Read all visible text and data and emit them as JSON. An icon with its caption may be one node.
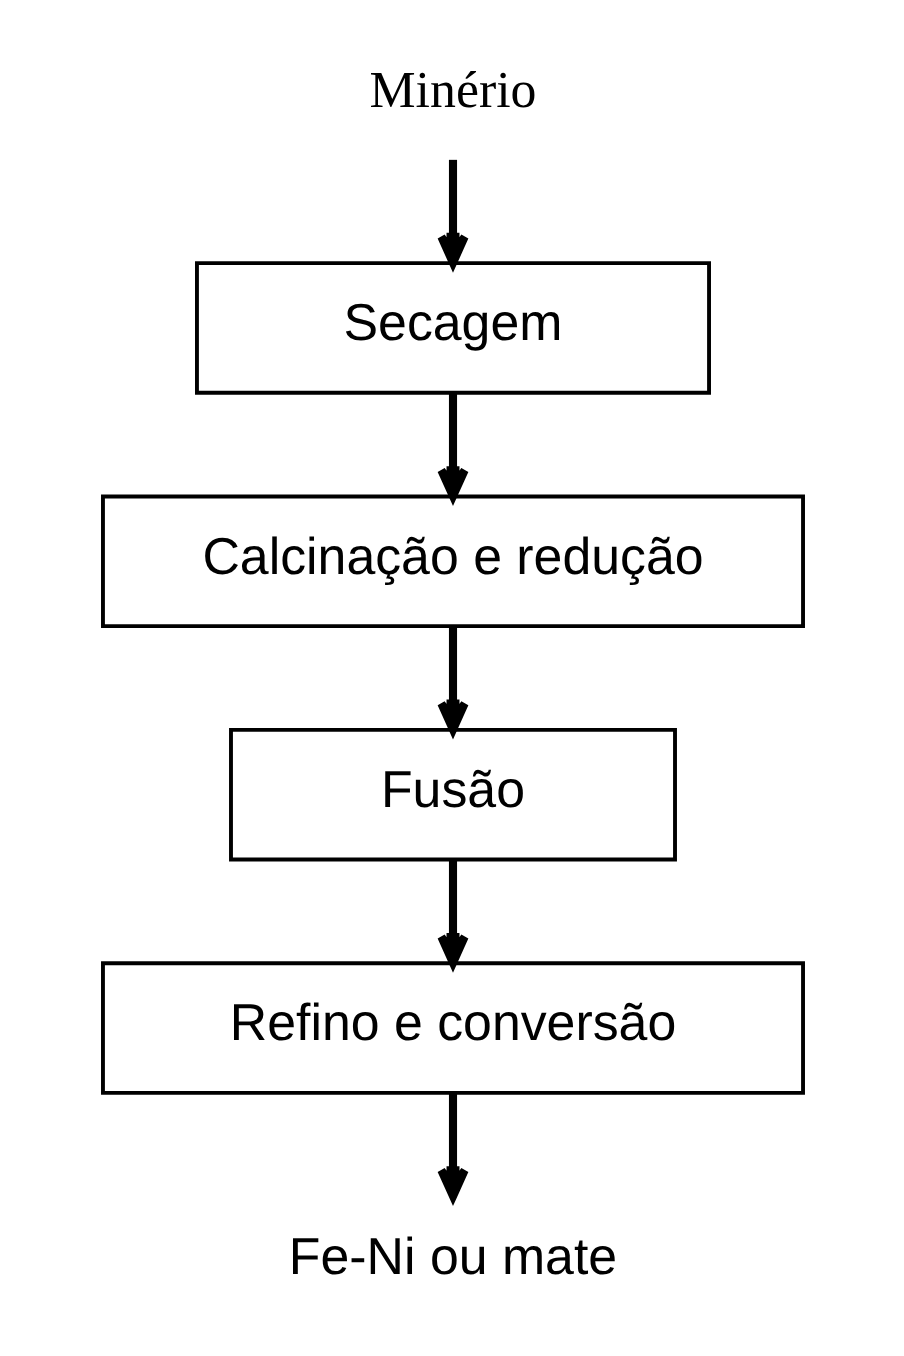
{
  "diagram": {
    "nodes": [
      {
        "text": [
          "Minério"
        ]
      },
      {
        "text": [
          "Secagem"
        ]
      },
      {
        "text": [
          "Calcinação e redução"
        ]
      },
      {
        "text": [
          "Fusão"
        ]
      },
      {
        "text": [
          "Refino e conversão"
        ]
      },
      {
        "text": [
          "Fe-Ni ou mate"
        ]
      }
    ],
    "edges": [
      {
        "from": 0,
        "to": 1,
        "arrow": "to"
      },
      {
        "from": 1,
        "to": 2,
        "arrow": "to"
      },
      {
        "from": 2,
        "to": 3,
        "arrow": "to"
      },
      {
        "from": 3,
        "to": 4,
        "arrow": "to"
      },
      {
        "from": 4,
        "to": 5,
        "arrow": "to"
      }
    ]
  }
}
